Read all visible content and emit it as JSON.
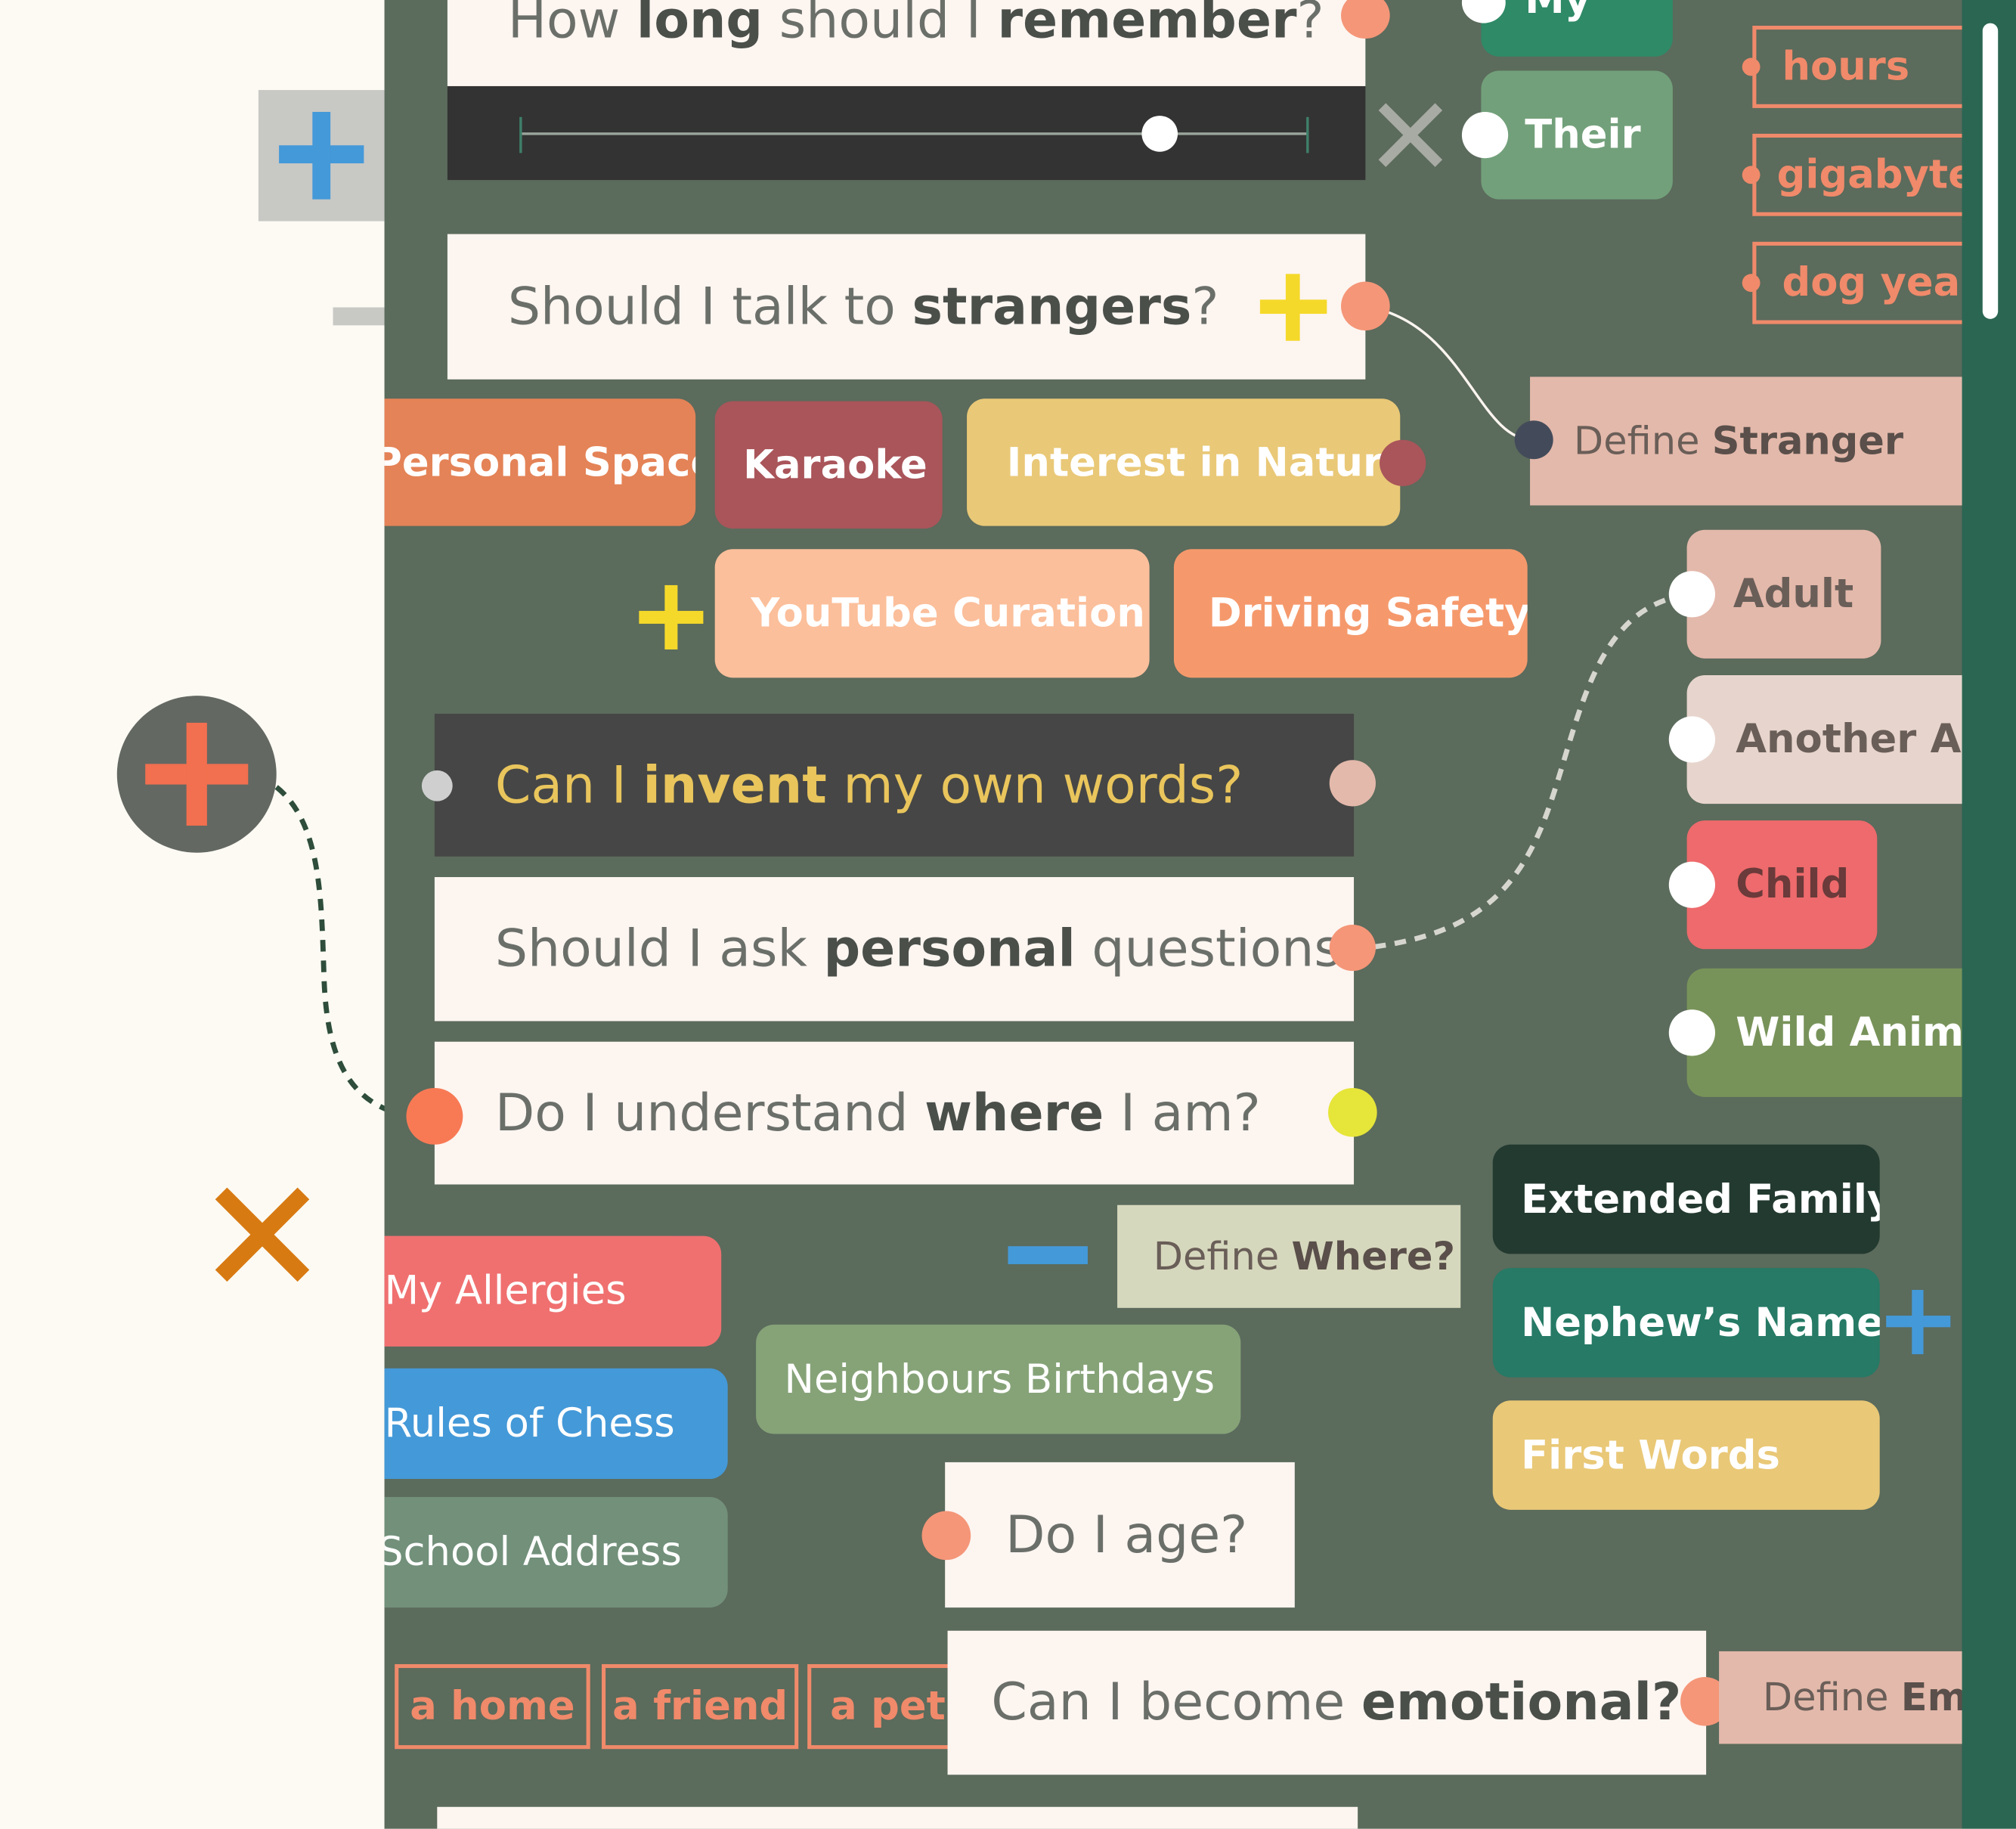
{
  "questions": {
    "remember": {
      "pre": "How ",
      "b1": "long",
      "mid": " should I ",
      "b2": "remember",
      "post": "?"
    },
    "strangers": {
      "pre": "Should I talk to ",
      "b": "strangers",
      "post": "?"
    },
    "invent": {
      "pre": "Can I ",
      "b": "invent",
      "post": " my own words?"
    },
    "personal": {
      "pre": "Should I ask ",
      "b": "personal",
      "post": " questions?"
    },
    "where": {
      "pre": "Do I understand ",
      "b": "where",
      "post": " I am?"
    },
    "age": {
      "text": "Do I age?"
    },
    "emotional": {
      "pre": "Can I become ",
      "b": "emotional?"
    }
  },
  "slider": {
    "value_fraction": 0.81
  },
  "pronouns": [
    "My",
    "Their"
  ],
  "units": [
    "hours",
    "gigabytes",
    "dog years"
  ],
  "define": {
    "stranger": {
      "pre": "Define ",
      "b": "Stranger"
    },
    "where": {
      "pre": "Define ",
      "b": "Where?"
    },
    "emotion": {
      "pre": "Define ",
      "b": "Emoti"
    }
  },
  "topics_row1": [
    "Personal Space",
    "Karaoke",
    "Interest in Nature"
  ],
  "topics_row2": [
    "YouTube Curation",
    "Driving Safety"
  ],
  "stranger_types": [
    "Adult",
    "Another AI",
    "Child",
    "Wild Animal"
  ],
  "memory_items": [
    "My Allergies",
    "Rules of Chess",
    "School Address",
    "Neighbours Birthdays"
  ],
  "family_items": [
    "Extended Family",
    "Nephew’s Name",
    "First Words"
  ],
  "emotion_objects": [
    "a home",
    "a friend",
    "a pet"
  ],
  "icons": {
    "add": "plus-icon",
    "remove": "minus-icon",
    "delete": "close-icon"
  },
  "colors": {
    "canvas": "#5b6b5c",
    "page": "#fcfaf3",
    "card": "#fdf5f0",
    "accent_orange": "#f59678",
    "accent_yellow": "#f5d92a",
    "accent_blue": "#4499d8"
  }
}
